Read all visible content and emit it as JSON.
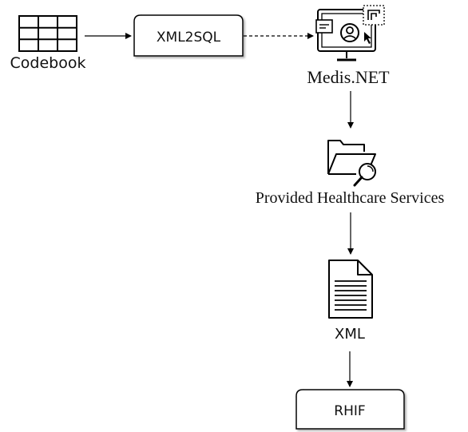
{
  "diagram": {
    "nodes": {
      "codebook": {
        "label": "Codebook",
        "icon": "table-grid-icon"
      },
      "xml2sql": {
        "label": "XML2SQL"
      },
      "medis": {
        "label": "Medis.NET",
        "icon": "monitor-user-icon"
      },
      "services": {
        "label": "Provided Healthcare Services",
        "icon": "folder-search-icon"
      },
      "xml": {
        "label": "XML",
        "icon": "document-icon"
      },
      "rhif": {
        "label": "RHIF"
      }
    },
    "edges": [
      {
        "from": "codebook",
        "to": "xml2sql",
        "style": "solid-arrow"
      },
      {
        "from": "xml2sql",
        "to": "medis",
        "style": "dashed-arrow"
      },
      {
        "from": "medis",
        "to": "services",
        "style": "solid-arrow"
      },
      {
        "from": "services",
        "to": "xml",
        "style": "solid-arrow"
      },
      {
        "from": "xml",
        "to": "rhif",
        "style": "solid-arrow"
      }
    ],
    "colors": {
      "stroke": "#000000",
      "box_fill": "#ffffff",
      "text": "#111111"
    }
  }
}
